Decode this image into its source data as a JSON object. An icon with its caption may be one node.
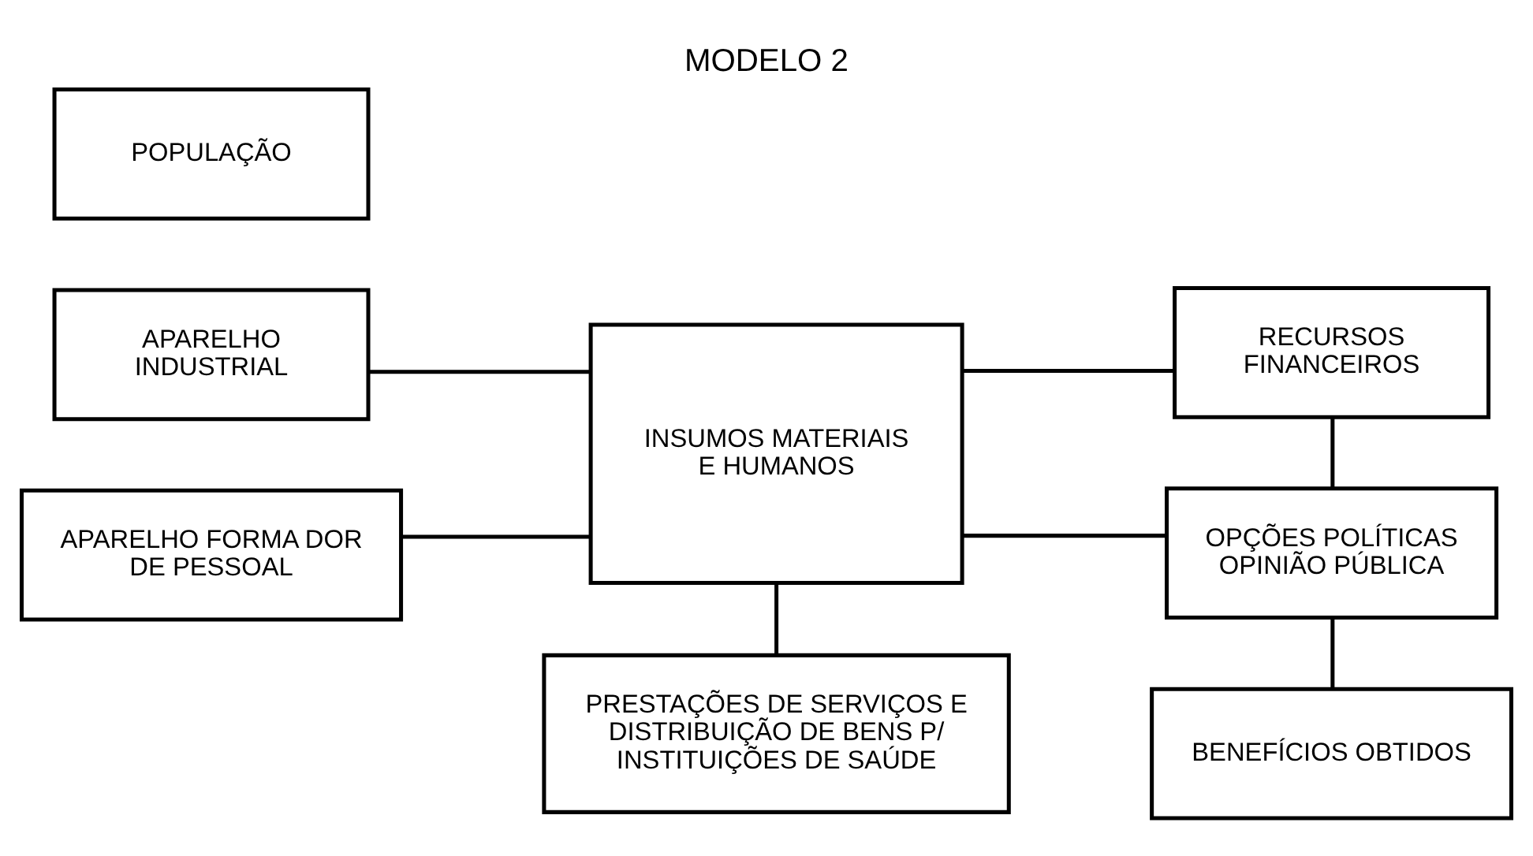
{
  "diagram": {
    "title": "MODELO 2",
    "nodes": [
      {
        "text": [
          "APARELHO INDUSTRIAL"
        ]
      },
      {
        "text": [
          "INSUMOS MATERIAIS E HUMANOS"
        ]
      },
      {
        "text": [
          "RECURSOS FINANCEIROS"
        ]
      },
      {
        "text": [
          "APARELHO FORMA DOR DE PESSOAL"
        ]
      },
      {
        "text": [
          "OPÇÕES POLÍTICAS OPINIÃO PÚBLICA"
        ]
      },
      {
        "text": [
          "PRESTAÇÕES DE SERVIÇOS E DISTRIBUIÇÃO DE BENS P/ INSTITUIÇÕES DE SAÚDE"
        ]
      },
      {
        "text": [
          "POPULAÇÃO"
        ]
      },
      {
        "text": [
          "BENEFÍCIOS OBTIDOS"
        ]
      }
    ],
    "edges": [
      {
        "from": 0,
        "to": 1,
        "arrow": "none"
      },
      {
        "from": 3,
        "to": 1,
        "arrow": "none"
      },
      {
        "from": 1,
        "to": 2,
        "arrow": "none"
      },
      {
        "from": 1,
        "to": 4,
        "arrow": "none"
      },
      {
        "from": 2,
        "to": 4,
        "arrow": "none"
      },
      {
        "from": 1,
        "to": 5,
        "arrow": "none"
      },
      {
        "from": 4,
        "to": 7,
        "arrow": "none"
      }
    ]
  }
}
